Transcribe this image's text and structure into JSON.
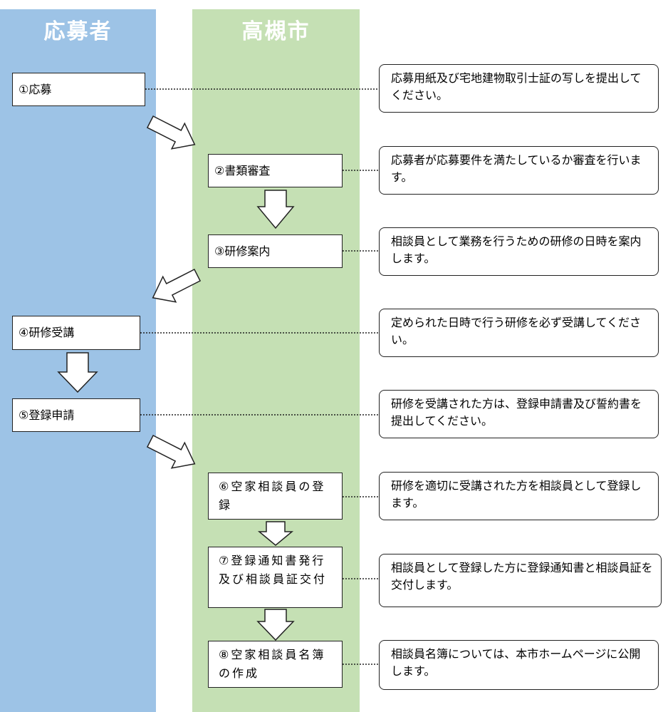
{
  "lanes": {
    "applicant": "応募者",
    "city": "高槻市"
  },
  "steps": [
    {
      "label": "①応募"
    },
    {
      "label": "②書類審査"
    },
    {
      "label": "③研修案内"
    },
    {
      "label": "④研修受講"
    },
    {
      "label": "⑤登録申請"
    },
    {
      "label": "⑥空家相談員の登録"
    },
    {
      "label": "⑦登録通知書発行及び相談員証交付"
    },
    {
      "label": "⑧空家相談員名簿の作成"
    }
  ],
  "notes": [
    {
      "text": "応募用紙及び宅地建物取引士証の写しを提出してください。"
    },
    {
      "text": "応募者が応募要件を満たしているか審査を行います。"
    },
    {
      "text": "相談員として業務を行うための研修の日時を案内します。"
    },
    {
      "text": "定められた日時で行う研修を必ず受講してください。"
    },
    {
      "text": "研修を受講された方は、登録申請書及び誓約書を提出してください。"
    },
    {
      "text": "研修を適切に受講された方を相談員として登録します。"
    },
    {
      "text": "相談員として登録した方に登録通知書と相談員証を交付します。"
    },
    {
      "text": "相談員名簿については、本市ホームページに公開します。"
    }
  ]
}
